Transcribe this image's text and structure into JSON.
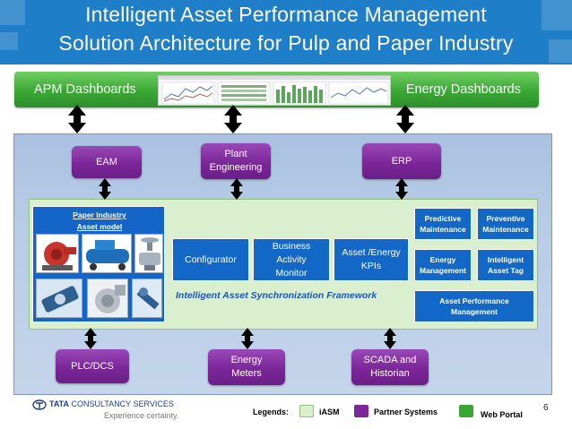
{
  "header": {
    "title_line1": "Intelligent Asset Performance Management",
    "title_line2": "Solution Architecture for Pulp and Paper Industry"
  },
  "dashboards": {
    "apm_label": "APM Dashboards",
    "energy_label": "Energy Dashboards"
  },
  "partner_top": {
    "eam": "EAM",
    "plant_engineering": "Plant Engineering",
    "erp": "ERP"
  },
  "iasm": {
    "paper_title_line1": "Paper Industry",
    "paper_title_line2": "Asset model",
    "configurator": "Configurator",
    "bam": "Business Activity Monitor",
    "asset_energy_kpis": "Asset /Energy KPIs",
    "predictive_maintenance": "Predictive Maintenance",
    "preventive_maintenance": "Preventive Maintenance",
    "energy_management": "Energy Management",
    "intelligent_asset_tag": "Intelligent Asset Tag",
    "asset_performance_management": "Asset Performance Management",
    "framework_label": "Intelligent Asset Synchronization Framework"
  },
  "partner_bottom": {
    "plc_dcs": "PLC/DCS",
    "energy_meters": "Energy Meters",
    "scada_historian": "SCADA and Historian"
  },
  "footer": {
    "logo_name": "TATA",
    "logo_rest": "CONSULTANCY SERVICES",
    "tagline": "Experience certainty.",
    "legends_label": "Legends:",
    "legend_iasm": "iASM",
    "legend_partner": "Partner Systems",
    "legend_portal": "Web Portal",
    "slide_number": "6"
  },
  "colors": {
    "header_blue": "#1e7ec8",
    "portal_green": "#3aa734",
    "partner_purple": "#7b2699",
    "iasm_module_blue": "#1368c7",
    "iasm_panel": "#d9efce"
  },
  "icons": [
    "double-arrow-icon",
    "pump-photo",
    "compressor-photo",
    "valve-photo",
    "meter-photo",
    "blower-photo",
    "drill-photo"
  ]
}
